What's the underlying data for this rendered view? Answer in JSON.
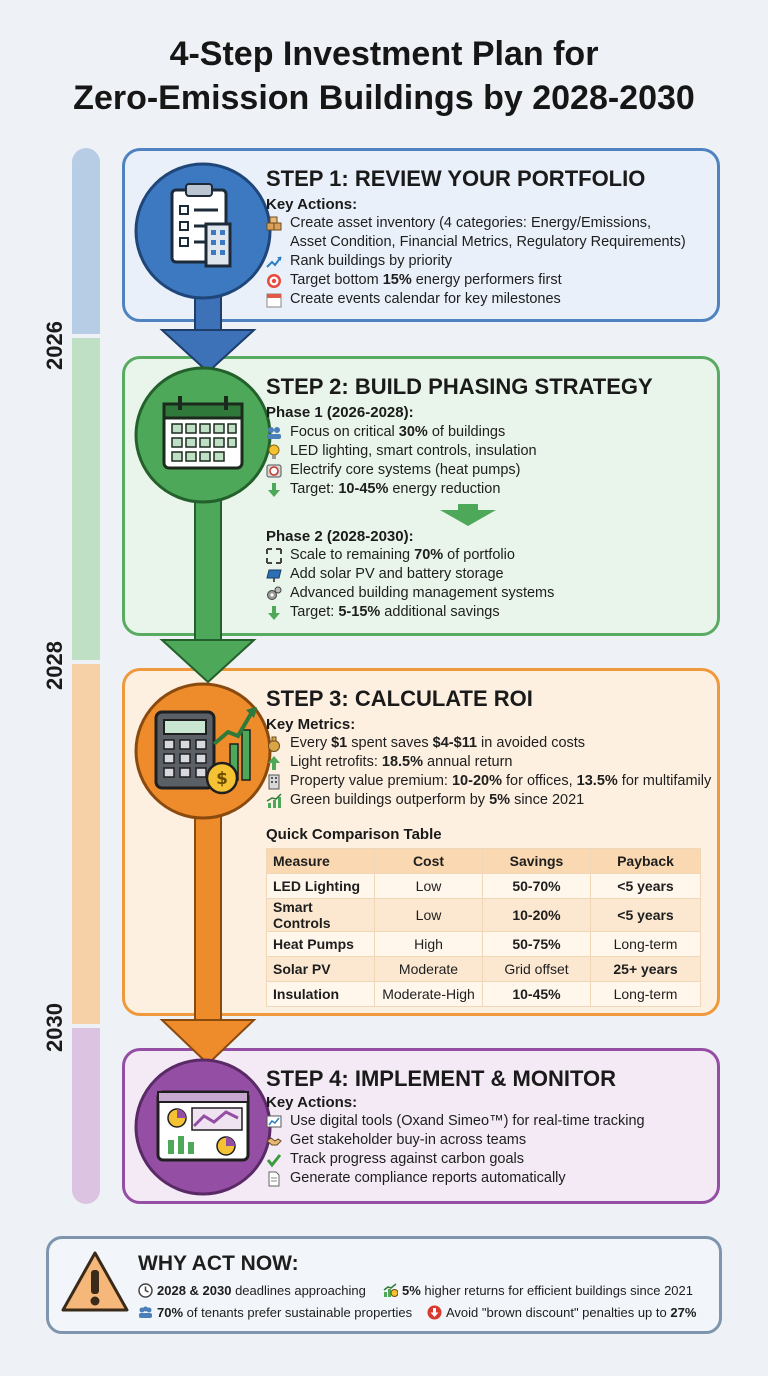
{
  "title_line1": "4-Step Investment Plan for",
  "title_line2": "Zero-Emission Buildings by 2028-2030",
  "timeline": {
    "y2026": "2026",
    "y2028": "2028",
    "y2030": "2030"
  },
  "step1": {
    "title": "STEP 1: REVIEW YOUR PORTFOLIO",
    "sub": "Key Actions:",
    "items": [
      "Create asset inventory (4 categories: Energy/Emissions,",
      "Asset Condition, Financial Metrics, Regulatory Requirements)",
      "Rank buildings by priority",
      "Target bottom ",
      "15%",
      " energy performers first",
      "Create events calendar for key milestones"
    ]
  },
  "step2": {
    "title": "STEP 2: BUILD PHASING STRATEGY",
    "phase1": "Phase 1 (2026-2028):",
    "p1_a1": "Focus on critical ",
    "p1_a2": "30%",
    "p1_a3": " of buildings",
    "p1_b": "LED lighting, smart controls, insulation",
    "p1_c": "Electrify core systems (heat pumps)",
    "p1_d1": "Target: ",
    "p1_d2": "10-45%",
    "p1_d3": " energy reduction",
    "phase2": "Phase 2 (2028-2030):",
    "p2_a1": "Scale to remaining ",
    "p2_a2": "70%",
    "p2_a3": " of portfolio",
    "p2_b": "Add solar PV and battery storage",
    "p2_c": "Advanced building management systems",
    "p2_d1": "Target: ",
    "p2_d2": "5-15%",
    "p2_d3": " additional savings"
  },
  "step3": {
    "title": "STEP 3: CALCULATE ROI",
    "sub": "Key Metrics:",
    "m1a": "Every ",
    "m1b": "$1",
    "m1c": " spent saves ",
    "m1d": "$4-$11",
    "m1e": " in avoided costs",
    "m2a": "Light retrofits: ",
    "m2b": "18.5%",
    "m2c": " annual return",
    "m3a": "Property value premium: ",
    "m3b": "10-20%",
    "m3c": " for offices, ",
    "m3d": "13.5%",
    "m3e": " for multifamily",
    "m4a": "Green buildings outperform by ",
    "m4b": "5%",
    "m4c": " since 2021",
    "table_title": "Quick Comparison Table",
    "headers": [
      "Measure",
      "Cost",
      "Savings",
      "Payback"
    ],
    "rows": [
      [
        "LED Lighting",
        "Low",
        "50-70%",
        "<5 years"
      ],
      [
        "Smart Controls",
        "Low",
        "10-20%",
        "<5 years"
      ],
      [
        "Heat Pumps",
        "High",
        "50-75%",
        "Long-term"
      ],
      [
        "Solar PV",
        "Moderate",
        "Grid offset",
        "25+ years"
      ],
      [
        "Insulation",
        "Moderate-High",
        "10-45%",
        "Long-term"
      ]
    ]
  },
  "step4": {
    "title": "STEP 4: IMPLEMENT & MONITOR",
    "sub": "Key Actions:",
    "items": [
      "Use digital tools (Oxand Simeo™) for real-time tracking",
      "Get stakeholder buy-in across teams",
      "Track progress against carbon goals",
      "Generate compliance reports automatically"
    ]
  },
  "why": {
    "title": "WHY ACT NOW:",
    "i1a": "2028 & 2030",
    "i1b": " deadlines approaching",
    "i2a": "5%",
    "i2b": " higher returns for efficient buildings since 2021",
    "i3a": "70%",
    "i3b": " of tenants prefer sustainable properties",
    "i4a": "Avoid \"brown discount\" penalties up to ",
    "i4b": "27%"
  },
  "colors": {
    "step1": "#4f82bf",
    "step2": "#5aab62",
    "step3": "#ee9a3c",
    "step4": "#944ea3"
  }
}
